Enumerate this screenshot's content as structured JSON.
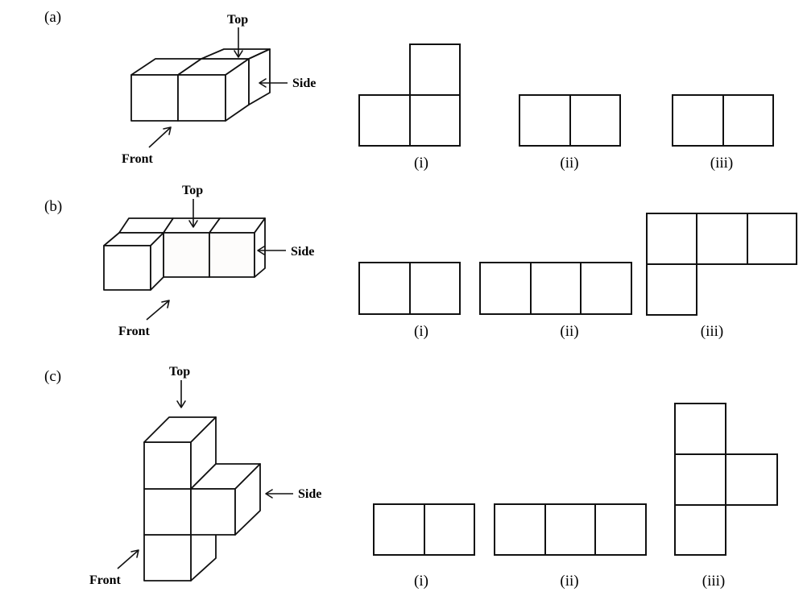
{
  "rows": [
    {
      "label": "(a)",
      "top": "Top",
      "side": "Side",
      "front": "Front",
      "views": [
        "(i)",
        "(ii)",
        "(iii)"
      ]
    },
    {
      "label": "(b)",
      "top": "Top",
      "side": "Side",
      "front": "Front",
      "views": [
        "(i)",
        "(ii)",
        "(iii)"
      ]
    },
    {
      "label": "(c)",
      "top": "Top",
      "side": "Side",
      "front": "Front",
      "views": [
        "(i)",
        "(ii)",
        "(iii)"
      ]
    }
  ]
}
